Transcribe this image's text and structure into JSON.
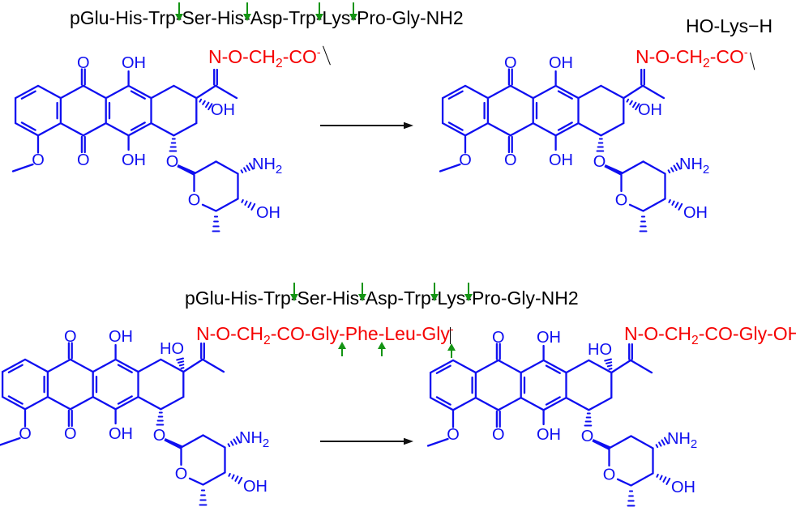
{
  "colors": {
    "structure_blue": "#0f0ff0",
    "linker_red": "#f50000",
    "cleavage_green": "#149414",
    "text_black": "#000000"
  },
  "row1": {
    "peptide": {
      "seg1": "pGlu-His-Trp",
      "cut1": "-",
      "seg2": "Ser-His",
      "cut2": "-",
      "seg3": "Asp-Trp",
      "cut3": "-",
      "lys": "Lys",
      "cut4": "-",
      "seg4": "Pro-Gly-NH2"
    },
    "linker_left": {
      "p1": "N-O-CH",
      "sub": "2",
      "p2": "-CO",
      "sup": "-"
    },
    "product_residue": {
      "p1": "HO-Lys",
      "bond": "−",
      "p2": "H"
    },
    "linker_right": {
      "p1": "N-O-CH",
      "sub": "2",
      "p2": "-CO",
      "sup": "-"
    }
  },
  "row2": {
    "peptide": {
      "seg1": "pGlu-His-Trp",
      "cut1": "-",
      "seg2": "Ser-His",
      "cut2": "-",
      "seg3": "Asp-Trp",
      "cut3": "-",
      "lys": "Lys",
      "cut4": "-",
      "seg4": "Pro-Gly-NH2"
    },
    "linker_left": {
      "p1": "N-O-CH",
      "sub": "2",
      "p2": "-CO-Gly",
      "cut1": "-",
      "p3": "Phe",
      "cut2": "-",
      "p4": "Leu",
      "dash": "-",
      "p5": "Gly",
      "sup": "-"
    },
    "linker_right": {
      "p1": "N-O-CH",
      "sub": "2",
      "p2": "-CO-Gly-OH"
    }
  },
  "molecule_labels": {
    "o": "O",
    "oh": "OH",
    "ho": "HO",
    "nh": "NH",
    "amine_sub": "2"
  }
}
